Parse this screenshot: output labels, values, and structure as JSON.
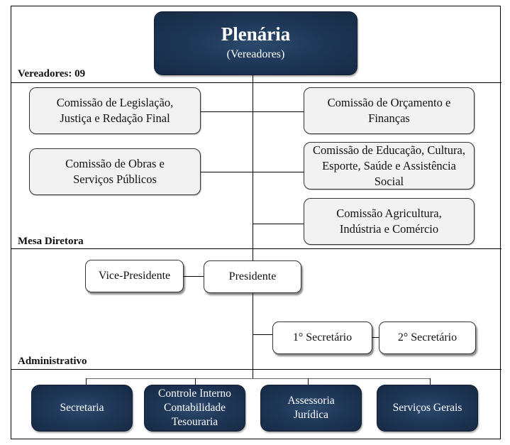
{
  "plenaria": {
    "title": "Plenária",
    "subtitle": "(Vereadores)"
  },
  "sections": {
    "vereadores": "Vereadores: 09",
    "mesa": "Mesa Diretora",
    "administrativo": "Administrativo"
  },
  "comissoes": {
    "legislacao": "Comissão de Legislação, Justiça e Redação Final",
    "obras": "Comissão de Obras e Serviços Públicos",
    "orcamento": "Comissão de Orçamento e Finanças",
    "educacao": "Comissão de Educação, Cultura, Esporte, Saúde e Assistência Social",
    "agricultura": "Comissão Agricultura, Indústria e Comércio"
  },
  "mesa": {
    "vice": "Vice-Presidente",
    "presidente": "Presidente",
    "sec1": "1° Secretário",
    "sec2": "2° Secretário"
  },
  "administrativo": {
    "secretaria": "Secretaria",
    "controle": "Controle Interno Contabilidade Tesouraria",
    "assessoria": "Assessoria Jurídica",
    "servicos": "Serviços Gerais"
  },
  "colors": {
    "dark_box": "#1f3758",
    "light_box": "#f2f2f2",
    "line": "#000000"
  }
}
